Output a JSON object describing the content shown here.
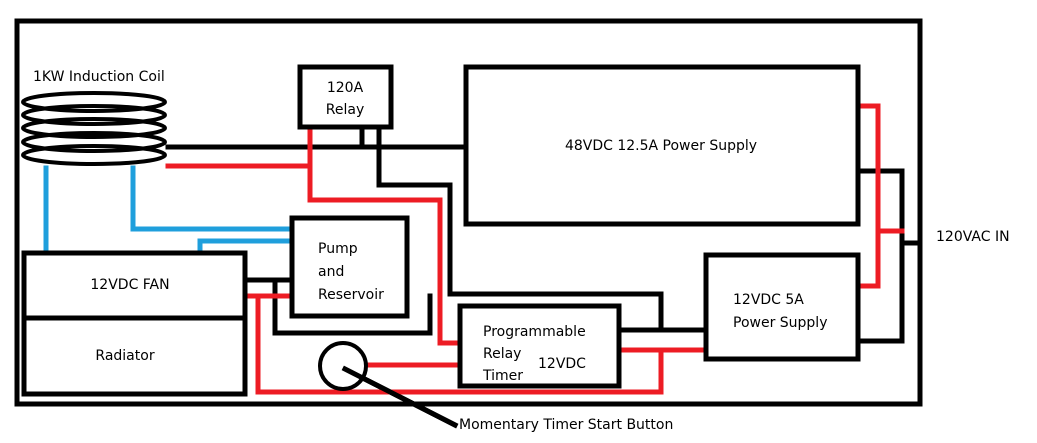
{
  "colors": {
    "wire_black": "#000000",
    "wire_red": "#ed1c24",
    "wire_blue": "#1f9fdc"
  },
  "labels": {
    "coil": "1KW Induction Coil",
    "relay_line1": "120A",
    "relay_line2": "Relay",
    "psu48": "48VDC 12.5A Power Supply",
    "pump_line1": "Pump",
    "pump_line2": "and",
    "pump_line3": "Reservoir",
    "fan": "12VDC FAN",
    "radiator": "Radiator",
    "timer_line1": "Programmable",
    "timer_line2": "Relay",
    "timer_line3": "Timer",
    "timer_voltage": "12VDC",
    "psu12_line1": "12VDC 5A",
    "psu12_line2": "Power Supply",
    "ac_in": "120VAC IN",
    "button": "Momentary Timer Start Button"
  }
}
